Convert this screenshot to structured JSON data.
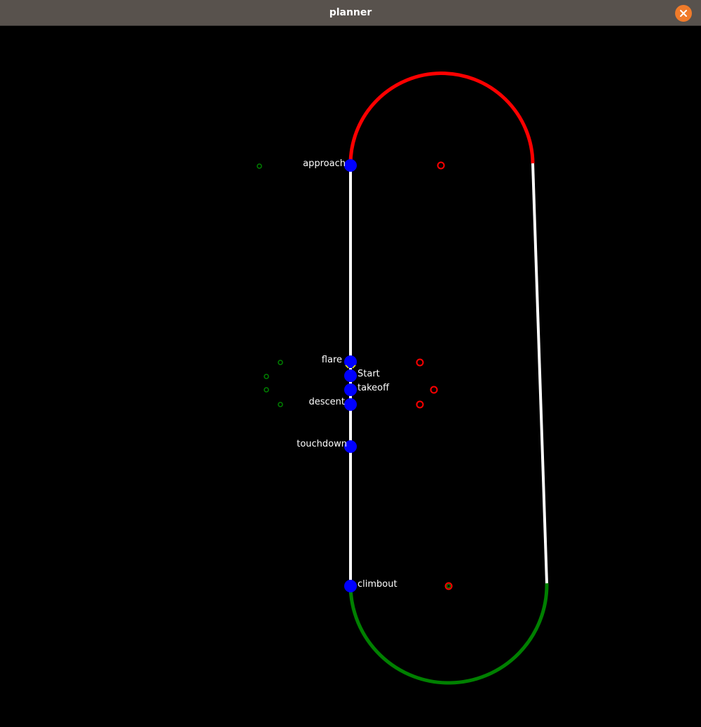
{
  "window": {
    "title": "planner",
    "close_icon": "close-icon"
  },
  "colors": {
    "background": "#000000",
    "titlebar": "#58524d",
    "close_button": "#f07b2a",
    "straight_path": "#ffffff",
    "approach_turn": "#ff0000",
    "climbout_turn": "#008000",
    "waypoint": "#0000ff",
    "right_turn_center": "#ff0000",
    "left_turn_center": "#008000",
    "start_marker": "#ffff00"
  },
  "waypoints": [
    {
      "id": "approach",
      "label": "approach"
    },
    {
      "id": "flare",
      "label": "flare"
    },
    {
      "id": "start",
      "label": "Start"
    },
    {
      "id": "takeoff",
      "label": "takeoff"
    },
    {
      "id": "descent",
      "label": "descent"
    },
    {
      "id": "touchdown",
      "label": "touchdown"
    },
    {
      "id": "climbout",
      "label": "climbout"
    }
  ]
}
